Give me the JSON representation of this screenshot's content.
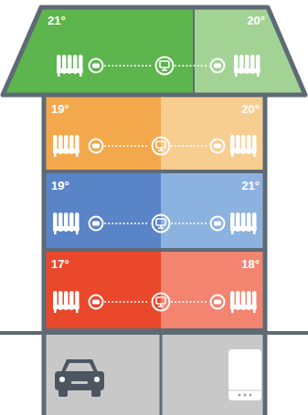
{
  "diagram": {
    "nodes": [
      {
        "text": [
          "21°"
        ]
      },
      {
        "text": [
          "20°"
        ]
      },
      {
        "text": [
          "19°"
        ]
      },
      {
        "text": [
          "20°"
        ]
      },
      {
        "text": [
          "19°"
        ]
      },
      {
        "text": [
          "21°"
        ]
      },
      {
        "text": [
          "17°"
        ]
      },
      {
        "text": [
          "18°"
        ]
      }
    ]
  }
}
